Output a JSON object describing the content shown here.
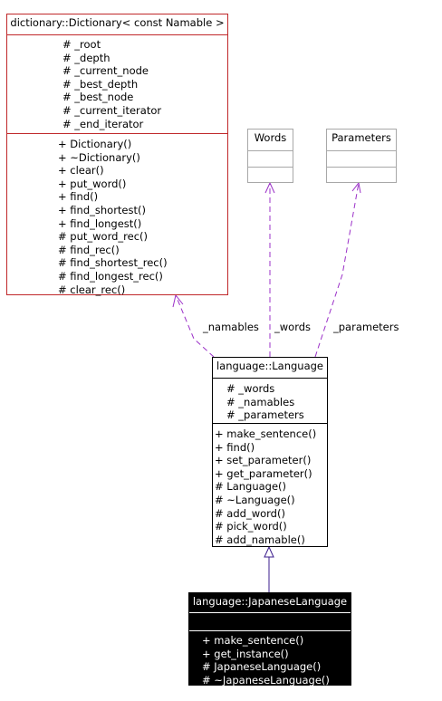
{
  "dictionary": {
    "title": "dictionary::Dictionary< const Namable >",
    "attributes": [
      "# _root",
      "# _depth",
      "# _current_node",
      "# _best_depth",
      "# _best_node",
      "# _current_iterator",
      "# _end_iterator"
    ],
    "methods": [
      "+ Dictionary()",
      "+ ~Dictionary()",
      "+ clear()",
      "+ put_word()",
      "+ find()",
      "+ find_shortest()",
      "+ find_longest()",
      "# put_word_rec()",
      "# find_rec()",
      "# find_shortest_rec()",
      "# find_longest_rec()",
      "# clear_rec()"
    ]
  },
  "words": {
    "title": "Words"
  },
  "parameters": {
    "title": "Parameters"
  },
  "language": {
    "title": "language::Language",
    "attributes": [
      "# _words",
      "# _namables",
      "# _parameters"
    ],
    "methods": [
      "+ make_sentence()",
      "+ find()",
      "+ set_parameter()",
      "+ get_parameter()",
      "# Language()",
      "# ~Language()",
      "# add_word()",
      "# pick_word()",
      "# add_namable()"
    ]
  },
  "japanese": {
    "title": "language::JapaneseLanguage",
    "methods": [
      "+ make_sentence()",
      "+ get_instance()",
      "# JapaneseLanguage()",
      "# ~JapaneseLanguage()"
    ]
  },
  "edges": {
    "namables": "_namables",
    "words": "_words",
    "parameters": "_parameters"
  },
  "colors": {
    "dictionary_border": "#c0282a",
    "template_border": "#a8a8a8",
    "association": "#9b30c8",
    "inheritance": "#3b1c8c",
    "highlight_fill": "#000000"
  }
}
